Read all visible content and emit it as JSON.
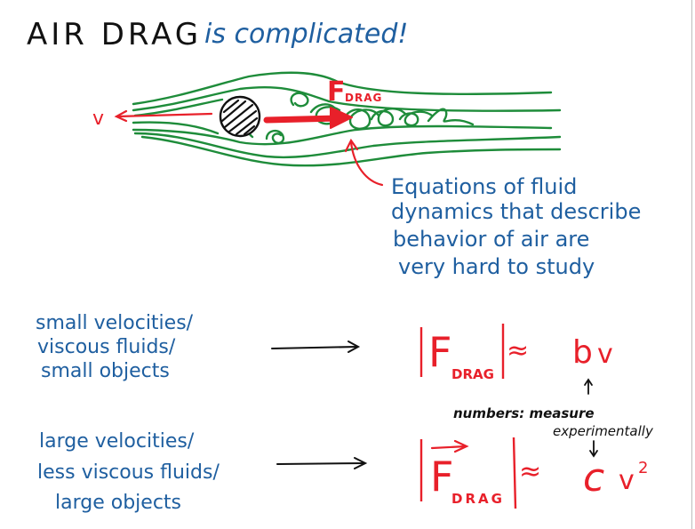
{
  "colors": {
    "ink_black": "#111111",
    "ink_blue": "#1f5fa0",
    "ink_red": "#e8202a",
    "ink_green": "#1e8c3a",
    "background": "#ffffff"
  },
  "title": {
    "part1": "AIR DRAG",
    "part2": "is complicated!"
  },
  "flow_diagram": {
    "velocity_label": "v",
    "force_label_main": "F",
    "force_label_sub": "DRAG",
    "object_icon": "hatched-circle-ball",
    "annotation_lines": [
      "Equations of fluid",
      "dynamics that describe",
      "behavior of air are",
      "very hard to study"
    ]
  },
  "regimes": [
    {
      "conditions": [
        "small velocities/",
        "viscous fluids/",
        "small objects"
      ],
      "formula": {
        "lhs_main": "F",
        "lhs_sub": "DRAG",
        "approx": "≈",
        "coefficient": "b",
        "variable": "v",
        "exponent": "",
        "vector_arrow": false
      }
    },
    {
      "conditions": [
        "large velocities/",
        "less viscous fluids/",
        "large objects"
      ],
      "formula": {
        "lhs_main": "F",
        "lhs_sub": "DRAG",
        "approx": "≈",
        "coefficient": "c",
        "variable": "v",
        "exponent": "2",
        "vector_arrow": true
      }
    }
  ],
  "coefficient_note": {
    "line1": "numbers: measure",
    "line2": "experimentally"
  }
}
